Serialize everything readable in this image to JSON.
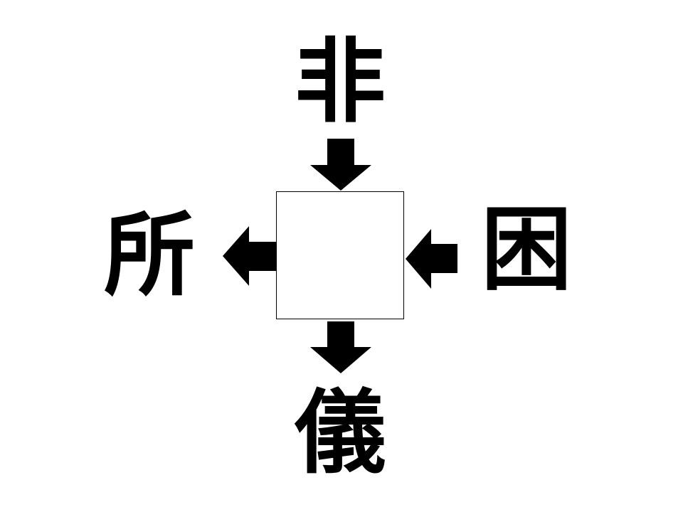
{
  "puzzle": {
    "top_char": "非",
    "left_char": "所",
    "right_char": "困",
    "bottom_char": "儀",
    "answer_box": ""
  },
  "colors": {
    "ink": "#000000",
    "background": "#ffffff"
  },
  "icons": {
    "arrow_top": "arrow-down-icon",
    "arrow_bottom": "arrow-down-icon",
    "arrow_left": "arrow-left-icon",
    "arrow_right": "arrow-left-icon"
  }
}
